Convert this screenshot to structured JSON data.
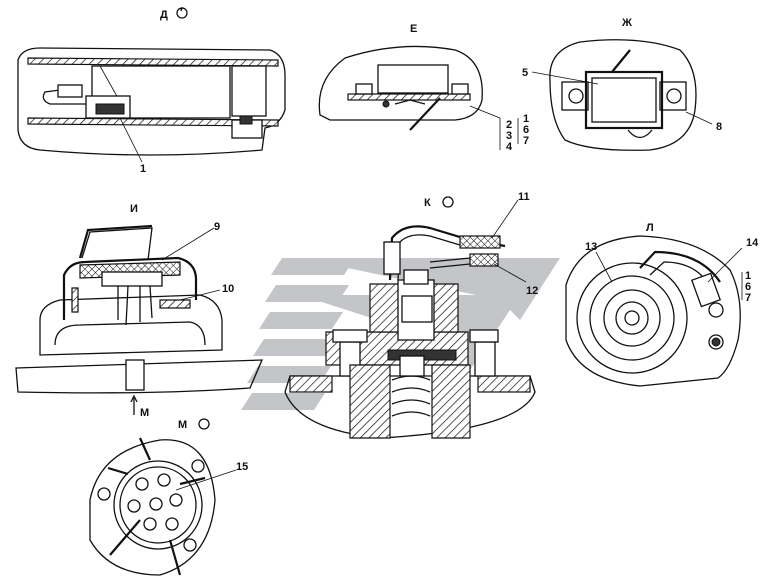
{
  "views": {
    "d": "Д",
    "e": "Е",
    "zh": "Ж",
    "i": "И",
    "k": "К",
    "l": "Л",
    "m": "М",
    "m_arrow": "М"
  },
  "callouts": {
    "c1": "1",
    "c2": "2",
    "c3": "3",
    "c4": "4",
    "c1b": "1",
    "c6": "6",
    "c7": "7",
    "c5": "5",
    "c8": "8",
    "c9": "9",
    "c10": "10",
    "c11": "11",
    "c12": "12",
    "c13": "13",
    "c14": "14",
    "c1c": "1",
    "c6b": "6",
    "c7b": "7",
    "c15": "15"
  },
  "colors": {
    "watermark": "#b9bcc0",
    "line": "#111111"
  }
}
